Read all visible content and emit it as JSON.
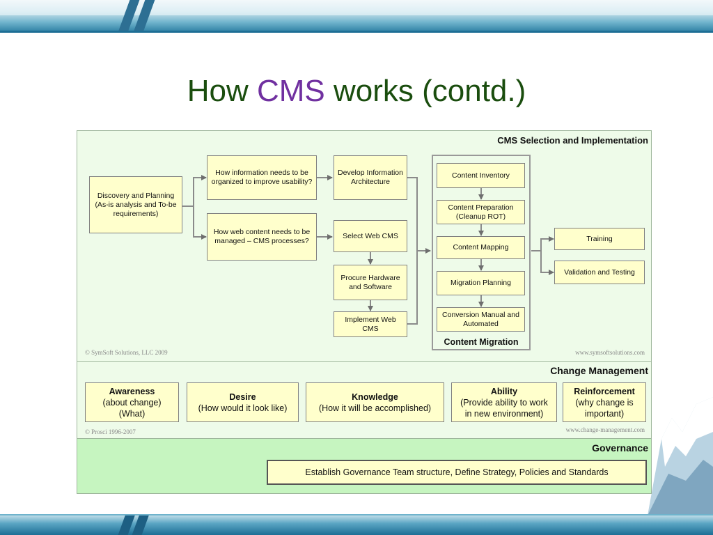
{
  "title": {
    "pre": "How ",
    "accent": "CMS",
    "post": " works (contd.)"
  },
  "cms_section": {
    "title": "CMS Selection and Implementation",
    "copyright": "© SymSoft Solutions, LLC 2009",
    "url": "www.symsoftsolutions.com",
    "discovery": "Discovery and Planning (As-is analysis and To-be requirements)",
    "q_organize": "How information needs to be organized to improve usability?",
    "q_manage": "How web content needs to be managed – CMS processes?",
    "develop_ia": "Develop Information Architecture",
    "select_cms": "Select Web CMS",
    "procure": "Procure Hardware and Software",
    "implement": "Implement Web CMS",
    "content_migration": {
      "label": "Content Migration",
      "steps": [
        "Content Inventory",
        "Content Preparation (Cleanup ROT)",
        "Content Mapping",
        "Migration Planning",
        "Conversion Manual and Automated"
      ]
    },
    "training": "Training",
    "validation": "Validation and Testing"
  },
  "change_section": {
    "title": "Change Management",
    "copyright": "© Prosci 1996-2007",
    "url": "www.change-management.com",
    "items": [
      {
        "name": "Awareness",
        "desc1": "(about change)",
        "desc2": "(What)"
      },
      {
        "name": "Desire",
        "desc1": "(How would it look like)",
        "desc2": ""
      },
      {
        "name": "Knowledge",
        "desc1": "(How it will be accomplished)",
        "desc2": ""
      },
      {
        "name": "Ability",
        "desc1": "(Provide ability to work",
        "desc2": "in new environment)"
      },
      {
        "name": "Reinforcement",
        "desc1": "(why change is",
        "desc2": "important)"
      }
    ]
  },
  "governance_section": {
    "title": "Governance",
    "statement": "Establish Governance Team structure, Define Strategy, Policies and Standards"
  },
  "colors": {
    "title_green": "#1a4d0e",
    "title_accent": "#7030a0",
    "box_fill": "#ffffcc",
    "panel_bg": "#eefbe9",
    "governance_bg": "#c6f5c0"
  }
}
